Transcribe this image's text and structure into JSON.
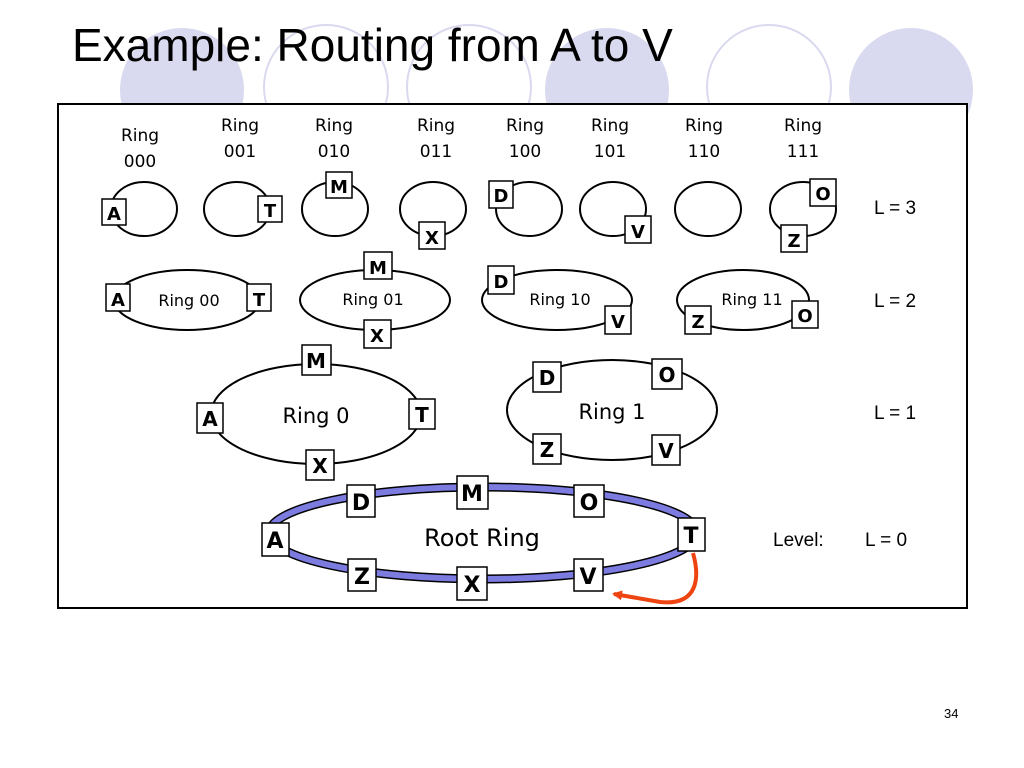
{
  "slide": {
    "title": "Example: Routing from A to V",
    "page_number": "34"
  },
  "level3": {
    "label": "L = 3",
    "rings": [
      {
        "line1": "Ring",
        "line2": "000"
      },
      {
        "line1": "Ring",
        "line2": "001"
      },
      {
        "line1": "Ring",
        "line2": "010"
      },
      {
        "line1": "Ring",
        "line2": "011"
      },
      {
        "line1": "Ring",
        "line2": "100"
      },
      {
        "line1": "Ring",
        "line2": "101"
      },
      {
        "line1": "Ring",
        "line2": "110"
      },
      {
        "line1": "Ring",
        "line2": "111"
      }
    ]
  },
  "level2": {
    "label": "L = 2",
    "rings": [
      "Ring 00",
      "Ring 01",
      "Ring 10",
      "Ring 11"
    ]
  },
  "level1": {
    "label": "L = 1",
    "rings": [
      "Ring 0",
      "Ring 1"
    ]
  },
  "level0": {
    "level_word": "Level:",
    "label": "L = 0",
    "ring": "Root Ring"
  },
  "nodes": {
    "a": "A",
    "t": "T",
    "m": "M",
    "x": "X",
    "d": "D",
    "v": "V",
    "o": "O",
    "z": "Z"
  },
  "colors": {
    "root_ring": "#7b7be0",
    "route_arrow": "#ee4411",
    "decor": "#d9d9ef"
  }
}
